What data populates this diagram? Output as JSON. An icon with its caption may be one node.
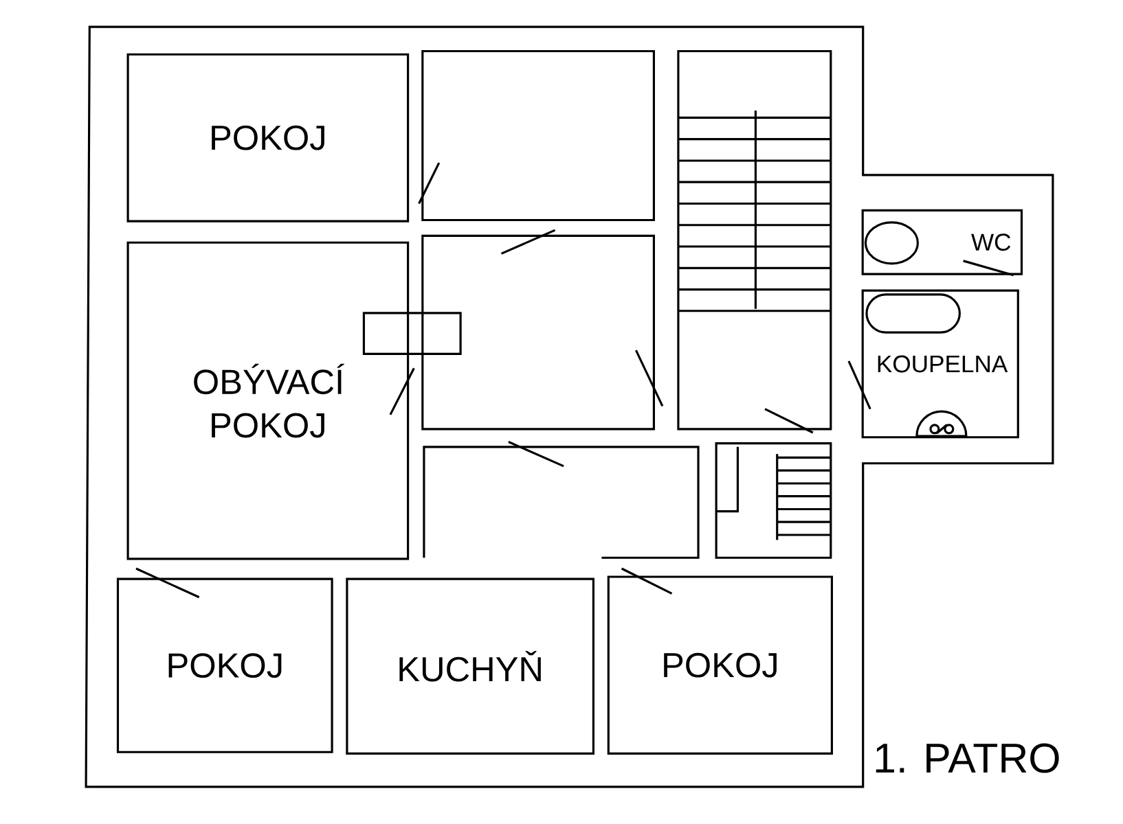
{
  "diagram": {
    "nodes": [
      {
        "text": [
          "POKOJ"
        ]
      },
      {
        "text": [
          "WC"
        ]
      },
      {
        "text": [
          "OBÝVACÍ POKOJ"
        ]
      },
      {
        "text": [
          "KOUPELNA"
        ]
      },
      {
        "text": [
          "KUCHYŇ"
        ]
      },
      {
        "text": [
          "POKOJ"
        ]
      },
      {
        "text": [
          "POKOJ"
        ]
      }
    ],
    "labels": [
      "1. PATRO"
    ]
  }
}
